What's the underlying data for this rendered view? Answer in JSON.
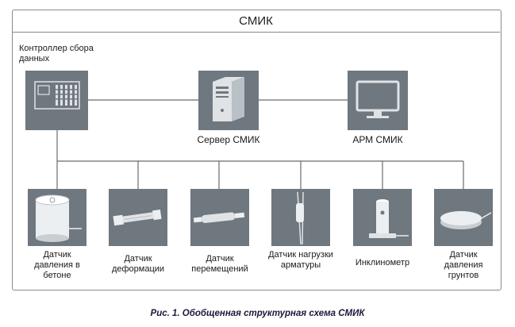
{
  "diagram": {
    "title": "СМИК",
    "controller": {
      "label": "Контроллер сбора данных"
    },
    "server": {
      "label": "Сервер СМИК"
    },
    "workstation": {
      "label": "АРМ СМИК"
    },
    "sensors": [
      {
        "label": "Датчик давления в бетоне"
      },
      {
        "label": "Датчик деформации"
      },
      {
        "label": "Датчик перемещений"
      },
      {
        "label": "Датчик нагрузки арматуры"
      },
      {
        "label": "Инклинометр"
      },
      {
        "label": "Датчик давления грунтов"
      }
    ]
  },
  "caption": "Рис. 1. Обобщенная структурная схема СМИК",
  "colors": {
    "box": "#6f777f",
    "line": "#6b6b6b",
    "frame": "#8a8a8a",
    "caption": "#1b1b3a"
  }
}
